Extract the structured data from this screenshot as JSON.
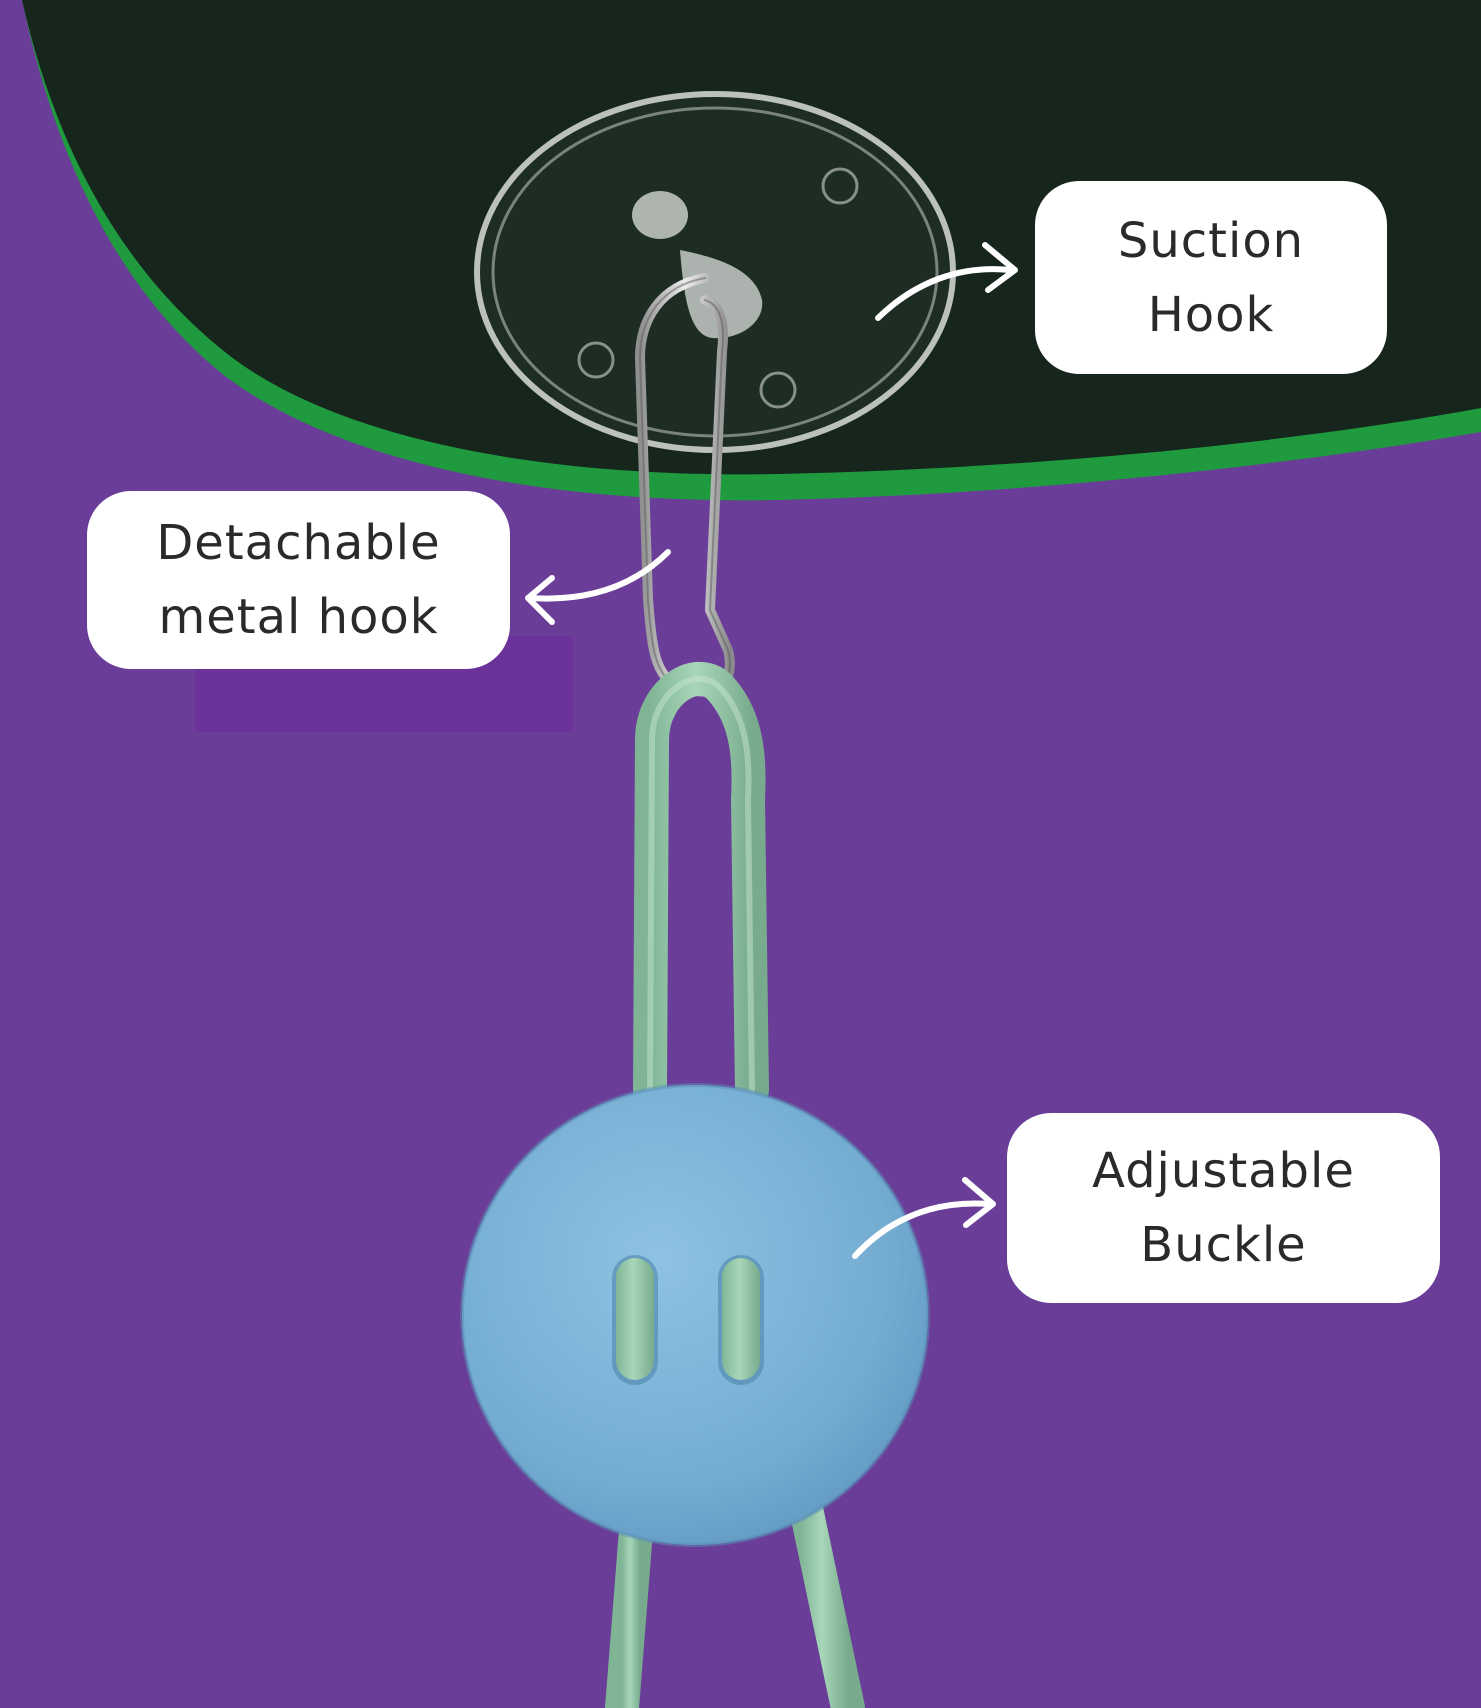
{
  "callouts": {
    "suction_hook": {
      "line1": "Suction",
      "line2": "Hook"
    },
    "metal_hook": {
      "line1": "Detachable",
      "line2": "metal hook"
    },
    "buckle": {
      "line1": "Adjustable",
      "line2": "Buckle"
    }
  },
  "colors": {
    "background_purple": "#6a3d98",
    "glass_shelf_dark": "#17261d",
    "glass_edge_green": "#1f9a3f",
    "felt_blue": "#78b2d6",
    "cord_mint": "#93c8a8",
    "metal_silver": "#c9c9c9",
    "label_white": "#ffffff",
    "label_text": "#2a2a2a"
  }
}
